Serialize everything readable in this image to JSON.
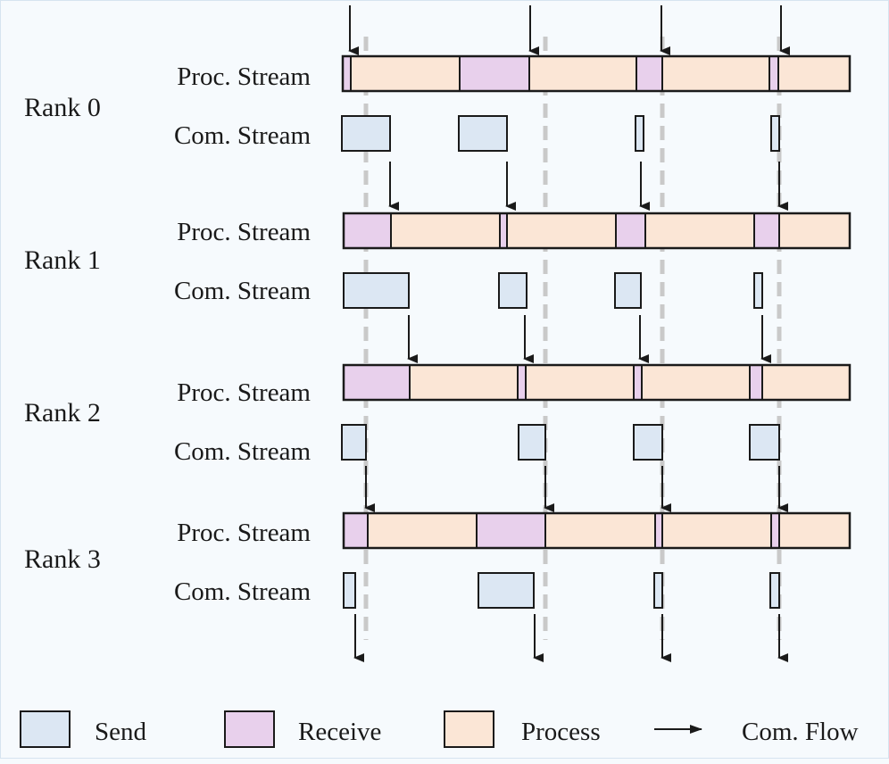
{
  "colors": {
    "send": "#dce7f3",
    "receive": "#e8d0ec",
    "process": "#fbe6d6",
    "stroke": "#1a1a1a",
    "dashed": "#c9c9c9",
    "background": "#f6fafd"
  },
  "ranks": [
    {
      "label": "Rank 0",
      "proc_label": "Proc. Stream",
      "com_label": "Com. Stream",
      "proc_segments": [
        {
          "type": "receive",
          "start": 383,
          "end": 392
        },
        {
          "type": "process",
          "start": 392,
          "end": 514
        },
        {
          "type": "receive",
          "start": 514,
          "end": 592
        },
        {
          "type": "process",
          "start": 592,
          "end": 712
        },
        {
          "type": "receive",
          "start": 712,
          "end": 741
        },
        {
          "type": "process",
          "start": 741,
          "end": 861
        },
        {
          "type": "receive",
          "start": 861,
          "end": 871
        },
        {
          "type": "process",
          "start": 871,
          "end": 951
        }
      ],
      "send_blocks": [
        {
          "start": 382,
          "end": 436
        },
        {
          "start": 513,
          "end": 567
        },
        {
          "start": 711,
          "end": 720
        },
        {
          "start": 863,
          "end": 872
        }
      ]
    },
    {
      "label": "Rank 1",
      "proc_label": "Proc. Stream",
      "com_label": "Com. Stream",
      "proc_segments": [
        {
          "type": "receive",
          "start": 384,
          "end": 437
        },
        {
          "type": "process",
          "start": 437,
          "end": 559
        },
        {
          "type": "receive",
          "start": 559,
          "end": 567
        },
        {
          "type": "process",
          "start": 567,
          "end": 689
        },
        {
          "type": "receive",
          "start": 689,
          "end": 722
        },
        {
          "type": "process",
          "start": 722,
          "end": 844
        },
        {
          "type": "receive",
          "start": 844,
          "end": 872
        },
        {
          "type": "process",
          "start": 872,
          "end": 951
        }
      ],
      "send_blocks": [
        {
          "start": 384,
          "end": 457
        },
        {
          "start": 558,
          "end": 589
        },
        {
          "start": 688,
          "end": 717
        },
        {
          "start": 844,
          "end": 853
        }
      ]
    },
    {
      "label": "Rank 2",
      "proc_label": "Proc. Stream",
      "com_label": "Com. Stream",
      "proc_segments": [
        {
          "type": "receive",
          "start": 384,
          "end": 458
        },
        {
          "type": "process",
          "start": 458,
          "end": 579
        },
        {
          "type": "receive",
          "start": 579,
          "end": 588
        },
        {
          "type": "process",
          "start": 588,
          "end": 709
        },
        {
          "type": "receive",
          "start": 709,
          "end": 718
        },
        {
          "type": "process",
          "start": 718,
          "end": 839
        },
        {
          "type": "receive",
          "start": 839,
          "end": 853
        },
        {
          "type": "process",
          "start": 853,
          "end": 951
        }
      ],
      "send_blocks": [
        {
          "start": 382,
          "end": 409
        },
        {
          "start": 580,
          "end": 610
        },
        {
          "start": 709,
          "end": 741
        },
        {
          "start": 839,
          "end": 872
        }
      ]
    },
    {
      "label": "Rank 3",
      "proc_label": "Proc. Stream",
      "com_label": "Com. Stream",
      "proc_segments": [
        {
          "type": "receive",
          "start": 384,
          "end": 411
        },
        {
          "type": "process",
          "start": 411,
          "end": 533
        },
        {
          "type": "receive",
          "start": 533,
          "end": 610
        },
        {
          "type": "process",
          "start": 610,
          "end": 733
        },
        {
          "type": "receive",
          "start": 733,
          "end": 741
        },
        {
          "type": "process",
          "start": 741,
          "end": 863
        },
        {
          "type": "receive",
          "start": 863,
          "end": 872
        },
        {
          "type": "process",
          "start": 872,
          "end": 951
        }
      ],
      "send_blocks": [
        {
          "start": 384,
          "end": 397
        },
        {
          "start": 535,
          "end": 597
        },
        {
          "start": 732,
          "end": 741
        },
        {
          "start": 862,
          "end": 872
        }
      ]
    }
  ],
  "input_arrows": [
    391,
    593,
    740,
    874
  ],
  "flow_arrows": [
    [
      436,
      567,
      717,
      872
    ],
    [
      457,
      587,
      716,
      853
    ],
    [
      409,
      610,
      741,
      872
    ],
    [
      397,
      598,
      741,
      872
    ]
  ],
  "dashed_lines": [
    409,
    610,
    741,
    872
  ],
  "legend": {
    "send": "Send",
    "receive": "Receive",
    "process": "Process",
    "flow": "Com. Flow"
  }
}
